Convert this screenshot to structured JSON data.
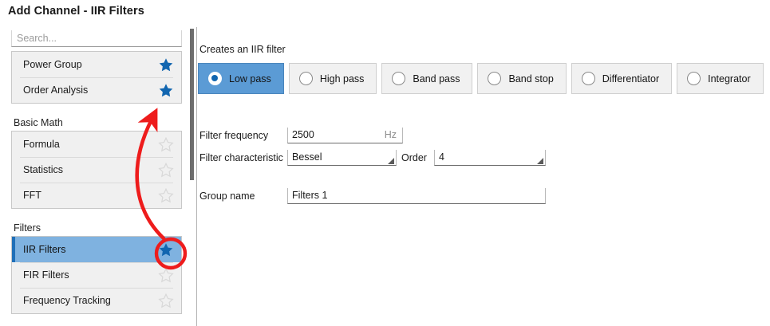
{
  "window": {
    "title": "Add Channel - IIR Filters"
  },
  "sidebar": {
    "search": {
      "placeholder": "Search...",
      "value": ""
    },
    "groups": [
      {
        "header": "",
        "items": [
          {
            "label": "Power Group",
            "starred": true,
            "selected": false
          },
          {
            "label": "Order Analysis",
            "starred": true,
            "selected": false
          }
        ]
      },
      {
        "header": "Basic Math",
        "items": [
          {
            "label": "Formula",
            "starred": false,
            "selected": false
          },
          {
            "label": "Statistics",
            "starred": false,
            "selected": false
          },
          {
            "label": "FFT",
            "starred": false,
            "selected": false
          }
        ]
      },
      {
        "header": "Filters",
        "items": [
          {
            "label": "IIR Filters",
            "starred": true,
            "selected": true
          },
          {
            "label": "FIR Filters",
            "starred": false,
            "selected": false
          },
          {
            "label": "Frequency Tracking",
            "starred": false,
            "selected": false
          }
        ]
      }
    ]
  },
  "content": {
    "description": "Creates an IIR filter",
    "filter_types": [
      {
        "label": "Low pass",
        "selected": true
      },
      {
        "label": "High pass",
        "selected": false
      },
      {
        "label": "Band pass",
        "selected": false
      },
      {
        "label": "Band stop",
        "selected": false
      },
      {
        "label": "Differentiator",
        "selected": false
      },
      {
        "label": "Integrator",
        "selected": false
      }
    ],
    "fields": {
      "filter_frequency": {
        "label": "Filter frequency",
        "value": "2500",
        "unit": "Hz"
      },
      "filter_characteristic": {
        "label": "Filter characteristic",
        "value": "Bessel"
      },
      "order": {
        "label": "Order",
        "value": "4"
      },
      "group_name": {
        "label": "Group name",
        "value": "Filters 1"
      }
    }
  },
  "colors": {
    "accent_blue": "#5b9bd5",
    "selection_blue": "#7fb2e0",
    "selection_bar": "#1f6fb8",
    "star_filled": "#1266b0",
    "star_empty": "#d8d8d8",
    "annotation_red": "#ee1c1c",
    "panel_bg": "#f0f0f0"
  }
}
